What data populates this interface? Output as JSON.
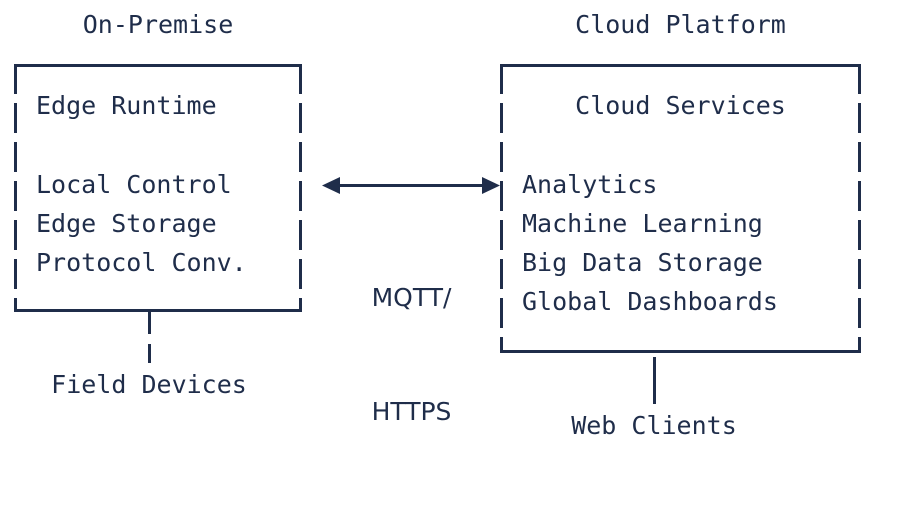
{
  "diagram": {
    "title_left": "On-Premise",
    "title_right": "Cloud Platform",
    "accent_color": "#1f2d4a",
    "background_color": "#ffffff"
  },
  "on_premise": {
    "heading": "Edge Runtime",
    "items": [
      "Local Control",
      "Edge Storage",
      "Protocol Conv."
    ],
    "endpoint": "Field Devices"
  },
  "cloud_platform": {
    "heading": "Cloud Services",
    "items": [
      "Analytics",
      "Machine Learning",
      "Big Data Storage",
      "Global Dashboards"
    ],
    "endpoint": "Web Clients"
  },
  "connection": {
    "label": "MQTT/\nHTTPS",
    "label_line_1": "MQTT/",
    "label_line_2": "HTTPS",
    "direction": "bidirectional",
    "arrow_icon": "double-headed-arrow-icon"
  }
}
